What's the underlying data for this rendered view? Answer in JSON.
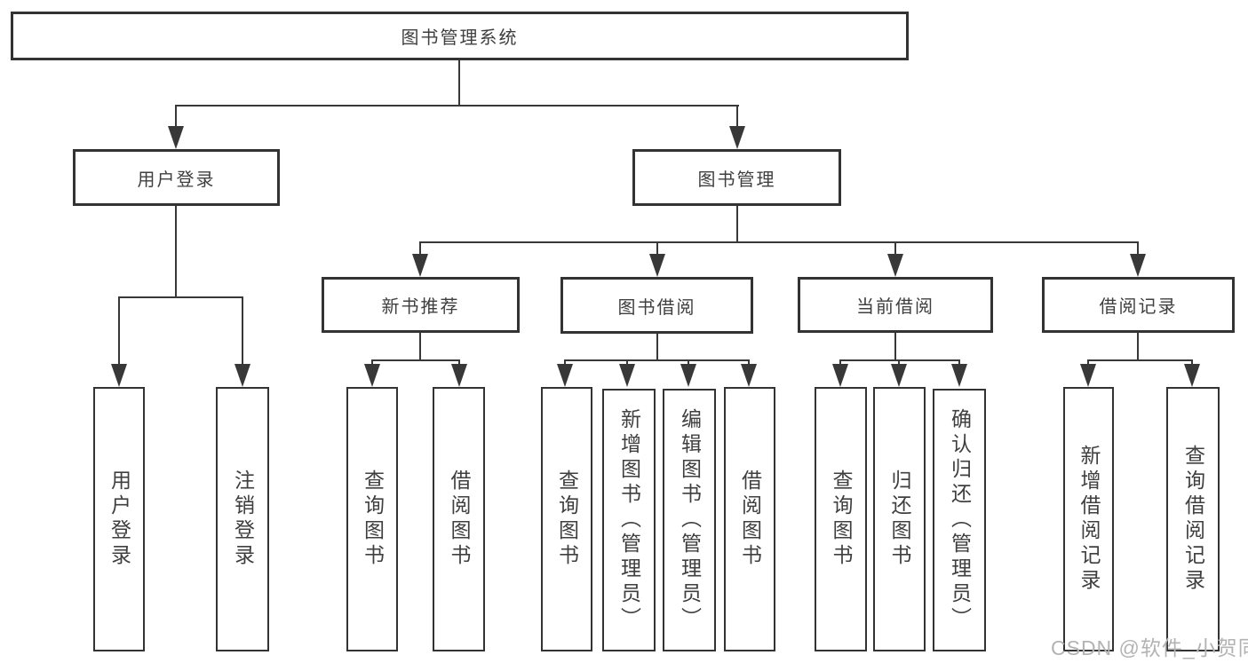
{
  "diagram_title": "图书管理系统",
  "colors": {
    "background": "#ffffff",
    "line": "#383838",
    "border": "#333333",
    "text": "#3f3f3f",
    "watermark": "#b3b3b3"
  },
  "chart": {
    "root": {
      "label": "图书管理系统"
    },
    "level2": [
      {
        "label": "用户登录",
        "parent": "图书管理系统"
      },
      {
        "label": "图书管理",
        "parent": "图书管理系统"
      }
    ],
    "level3": [
      {
        "label": "新书推荐",
        "parent": "图书管理"
      },
      {
        "label": "图书借阅",
        "parent": "图书管理"
      },
      {
        "label": "当前借阅",
        "parent": "图书管理"
      },
      {
        "label": "借阅记录",
        "parent": "图书管理"
      }
    ],
    "level4": [
      {
        "label": "用户登录",
        "parent": "用户登录"
      },
      {
        "label": "注销登录",
        "parent": "用户登录"
      },
      {
        "label": "查询图书",
        "parent": "新书推荐"
      },
      {
        "label": "借阅图书",
        "parent": "新书推荐"
      },
      {
        "label": "查询图书",
        "parent": "图书借阅"
      },
      {
        "label": "新增图书（管理员）",
        "parent": "图书借阅"
      },
      {
        "label": "编辑图书（管理员）",
        "parent": "图书借阅"
      },
      {
        "label": "借阅图书",
        "parent": "图书借阅"
      },
      {
        "label": "查询图书",
        "parent": "当前借阅"
      },
      {
        "label": "归还图书",
        "parent": "当前借阅"
      },
      {
        "label": "确认归还（管理员）",
        "parent": "当前借阅"
      },
      {
        "label": "新增借阅记录",
        "parent": "借阅记录"
      },
      {
        "label": "查询借阅记录",
        "parent": "借阅记录"
      }
    ]
  },
  "watermark": {
    "text": "CSDN @软件_小贺同学"
  }
}
